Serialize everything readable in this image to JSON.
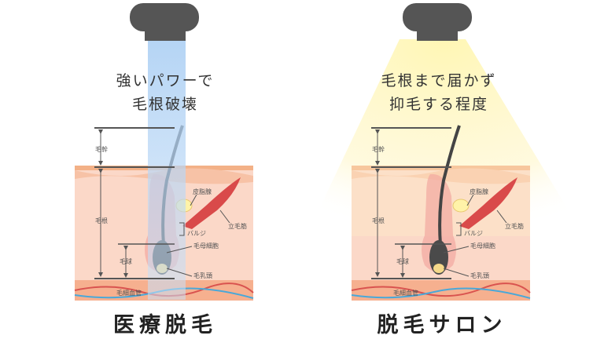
{
  "panels": [
    {
      "title": "医療脱毛",
      "caption_lines": [
        "強いパワーで",
        "毛根破壊"
      ],
      "labels": {
        "hair_shaft": "毛幹",
        "hair_root": "毛根",
        "hair_bulb": "毛球",
        "sebaceous_gland": "皮脂腺",
        "arrector_pili": "立毛筋",
        "bulge": "バルジ",
        "hair_matrix": "毛母細胞",
        "dermal_papilla": "毛乳頭",
        "capillary": "毛細血管"
      }
    },
    {
      "title": "脱毛サロン",
      "caption_lines": [
        "毛根まで届かず",
        "抑毛する程度"
      ],
      "labels": {
        "hair_shaft": "毛幹",
        "hair_root": "毛根",
        "hair_bulb": "毛球",
        "sebaceous_gland": "皮脂腺",
        "arrector_pili": "立毛筋",
        "bulge": "バルジ",
        "hair_matrix": "毛母細胞",
        "dermal_papilla": "毛乳頭",
        "capillary": "毛細血管"
      }
    }
  ],
  "colors": {
    "device": "#555555",
    "laser_beam": "#9fc4ee",
    "salon_light": "#fff2a8",
    "skin_top": "#f3b187",
    "dermis": "#fbd8c8",
    "fat_layer": "#f6b08f",
    "muscle": "#d94a4a",
    "vessel_red": "#d9534f",
    "vessel_blue": "#4aa8d8"
  }
}
